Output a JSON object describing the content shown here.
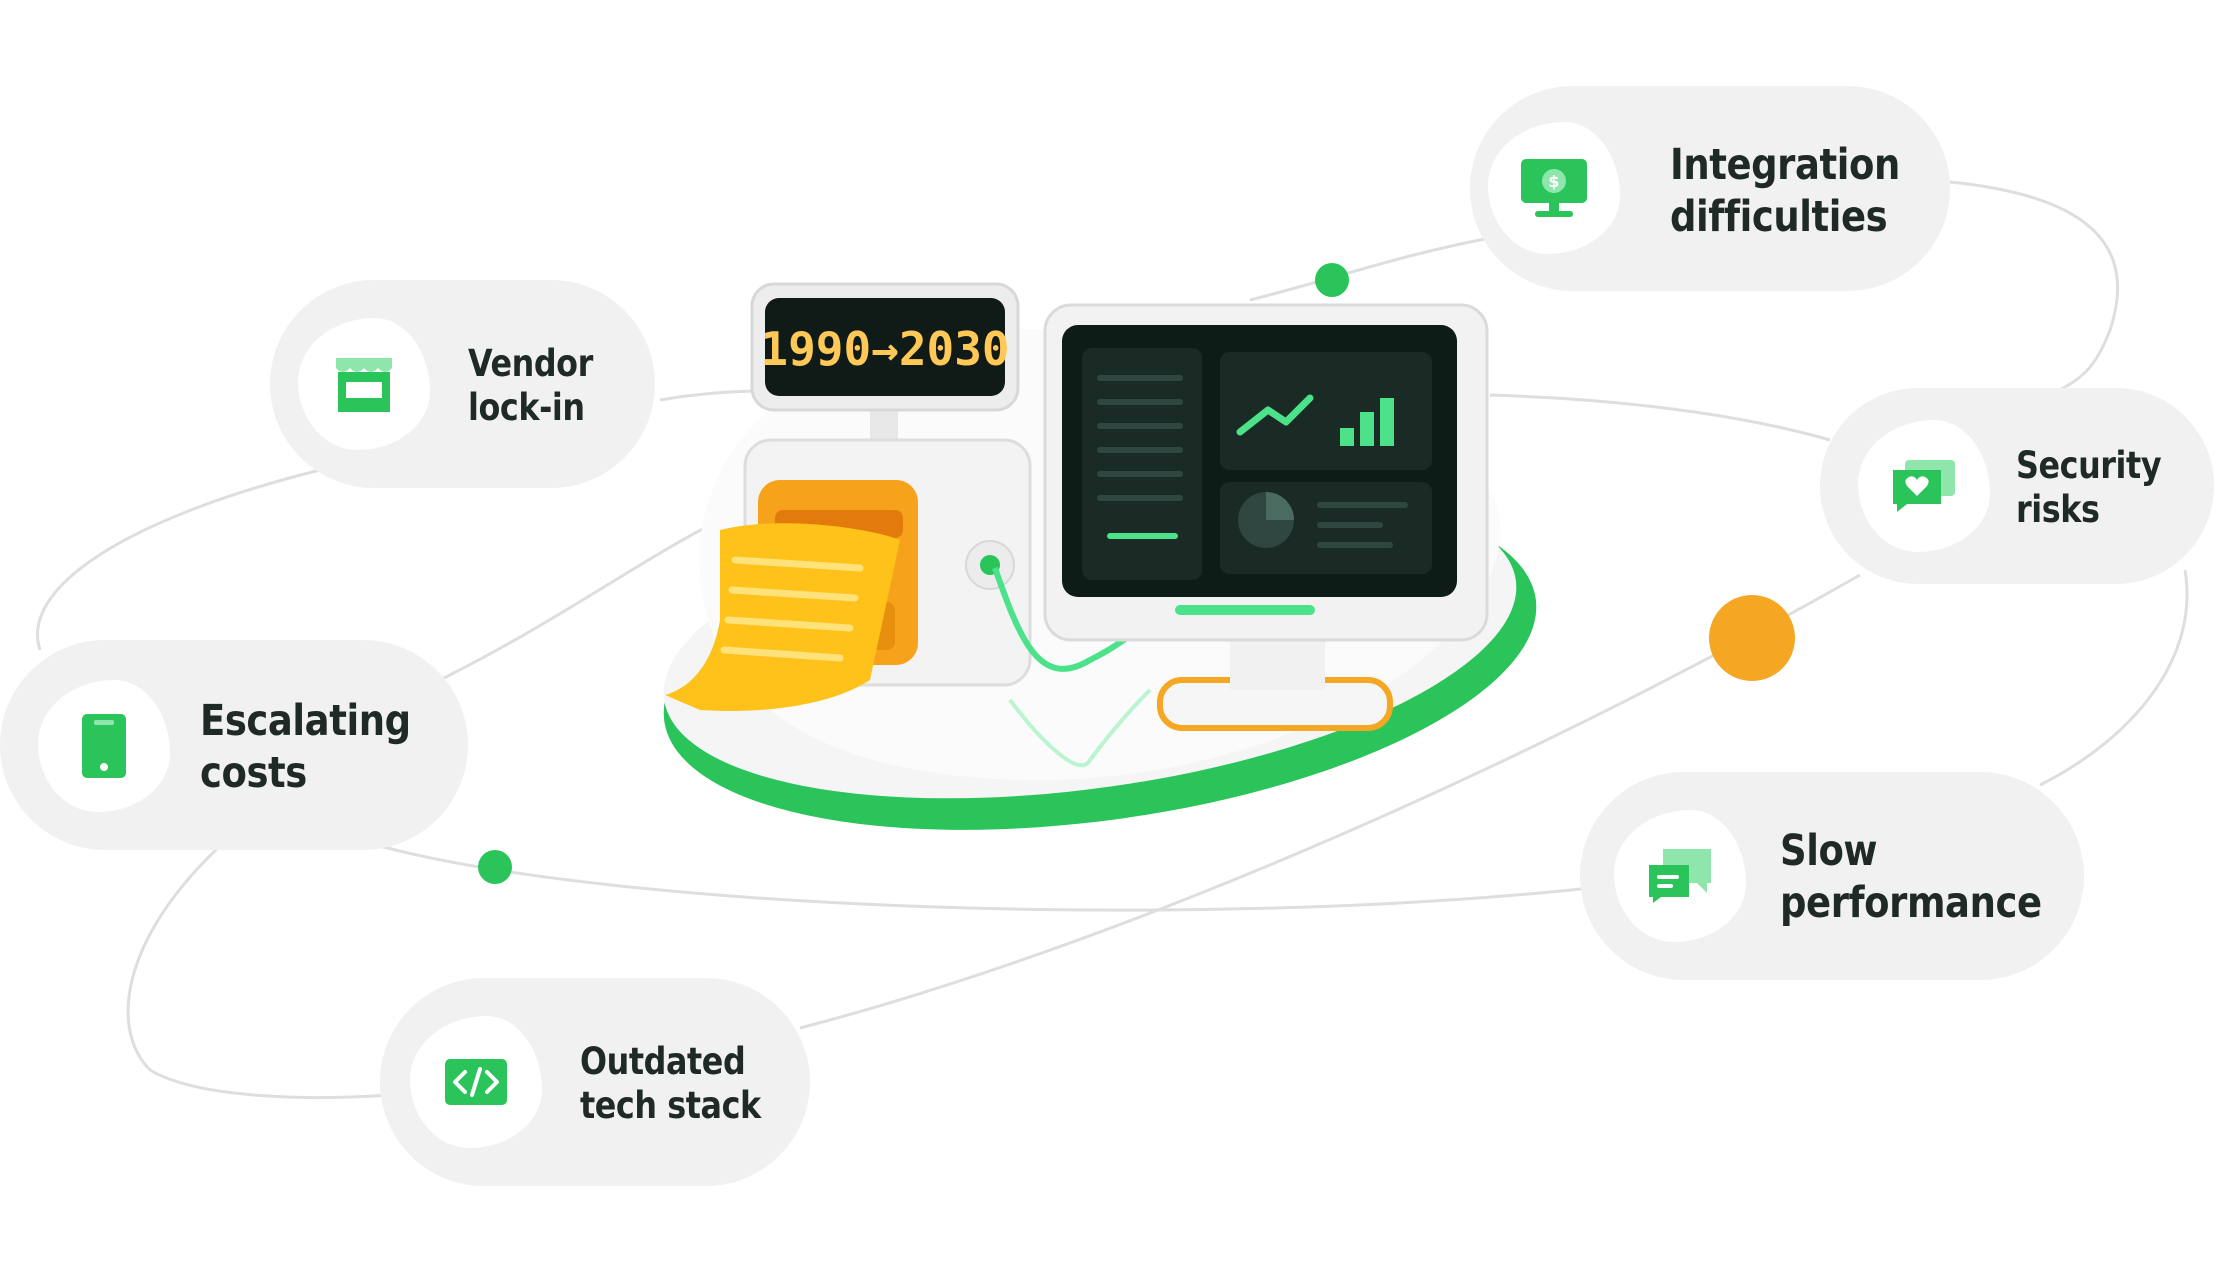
{
  "center_display": {
    "text": "1990→2030"
  },
  "issues": [
    {
      "line1": "Integration",
      "line2": "difficulties",
      "icon": "monitor-dollar-icon"
    },
    {
      "line1": "Vendor",
      "line2": "lock-in",
      "icon": "storefront-icon"
    },
    {
      "line1": "Security",
      "line2": "risks",
      "icon": "chat-heart-icon"
    },
    {
      "line1": "Escalating",
      "line2": "costs",
      "icon": "smartphone-icon"
    },
    {
      "line1": "Slow",
      "line2": "performance",
      "icon": "chat-bubbles-icon"
    },
    {
      "line1": "Outdated",
      "line2": "tech stack",
      "icon": "code-icon"
    }
  ],
  "colors": {
    "accent_green": "#2bc45a",
    "accent_orange": "#f5a623",
    "pill_bg": "#f1f1f1",
    "text": "#1f2a27",
    "connector": "#dcdcdc"
  }
}
